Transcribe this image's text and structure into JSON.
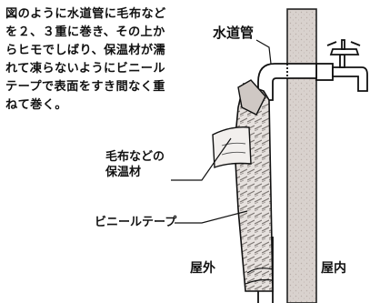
{
  "instruction": {
    "lines": [
      "図のように水道管に毛布など",
      "を２、３重に巻き、その上か",
      "らヒモでしばり、保温材が濡",
      "れて凍らないようにビニール",
      "テープで表面をすき間なく重",
      "ねて巻く。"
    ]
  },
  "labels": {
    "water_pipe": "水道管",
    "insulation": [
      "毛布などの",
      "保温材"
    ],
    "vinyl_tape": "ビニールテープ",
    "outdoor": "屋外",
    "indoor": "屋内"
  },
  "colors": {
    "ink": "#111111",
    "wall": "#d8d0cc",
    "background": "#ffffff"
  }
}
